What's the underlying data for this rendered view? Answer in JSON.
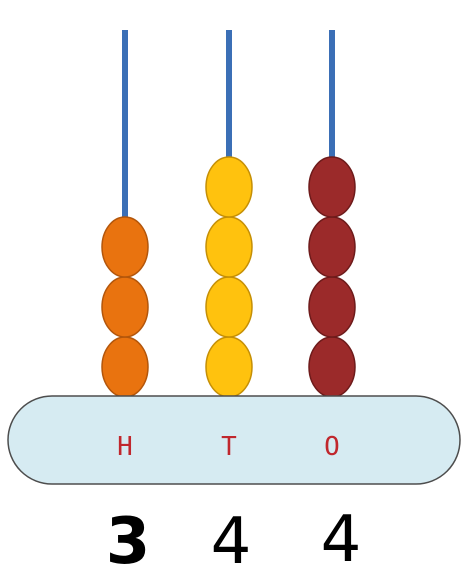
{
  "abacus": {
    "columns": [
      {
        "place_label": "H",
        "digit": "3",
        "beads": 3,
        "bead_color": "#e9730f",
        "bead_stroke": "#b3560b"
      },
      {
        "place_label": "T",
        "digit": "4",
        "beads": 4,
        "bead_color": "#ffc20e",
        "bead_stroke": "#c58f05"
      },
      {
        "place_label": "O",
        "digit": "4",
        "beads": 4,
        "bead_color": "#9b2a2a",
        "bead_stroke": "#6e1b1b"
      }
    ],
    "rod_color": "#3b6fb6",
    "base_color": "#d6ebf2",
    "base_stroke": "#4d4d4d",
    "label_color": "#c0272d",
    "digit_color": "#000000"
  }
}
